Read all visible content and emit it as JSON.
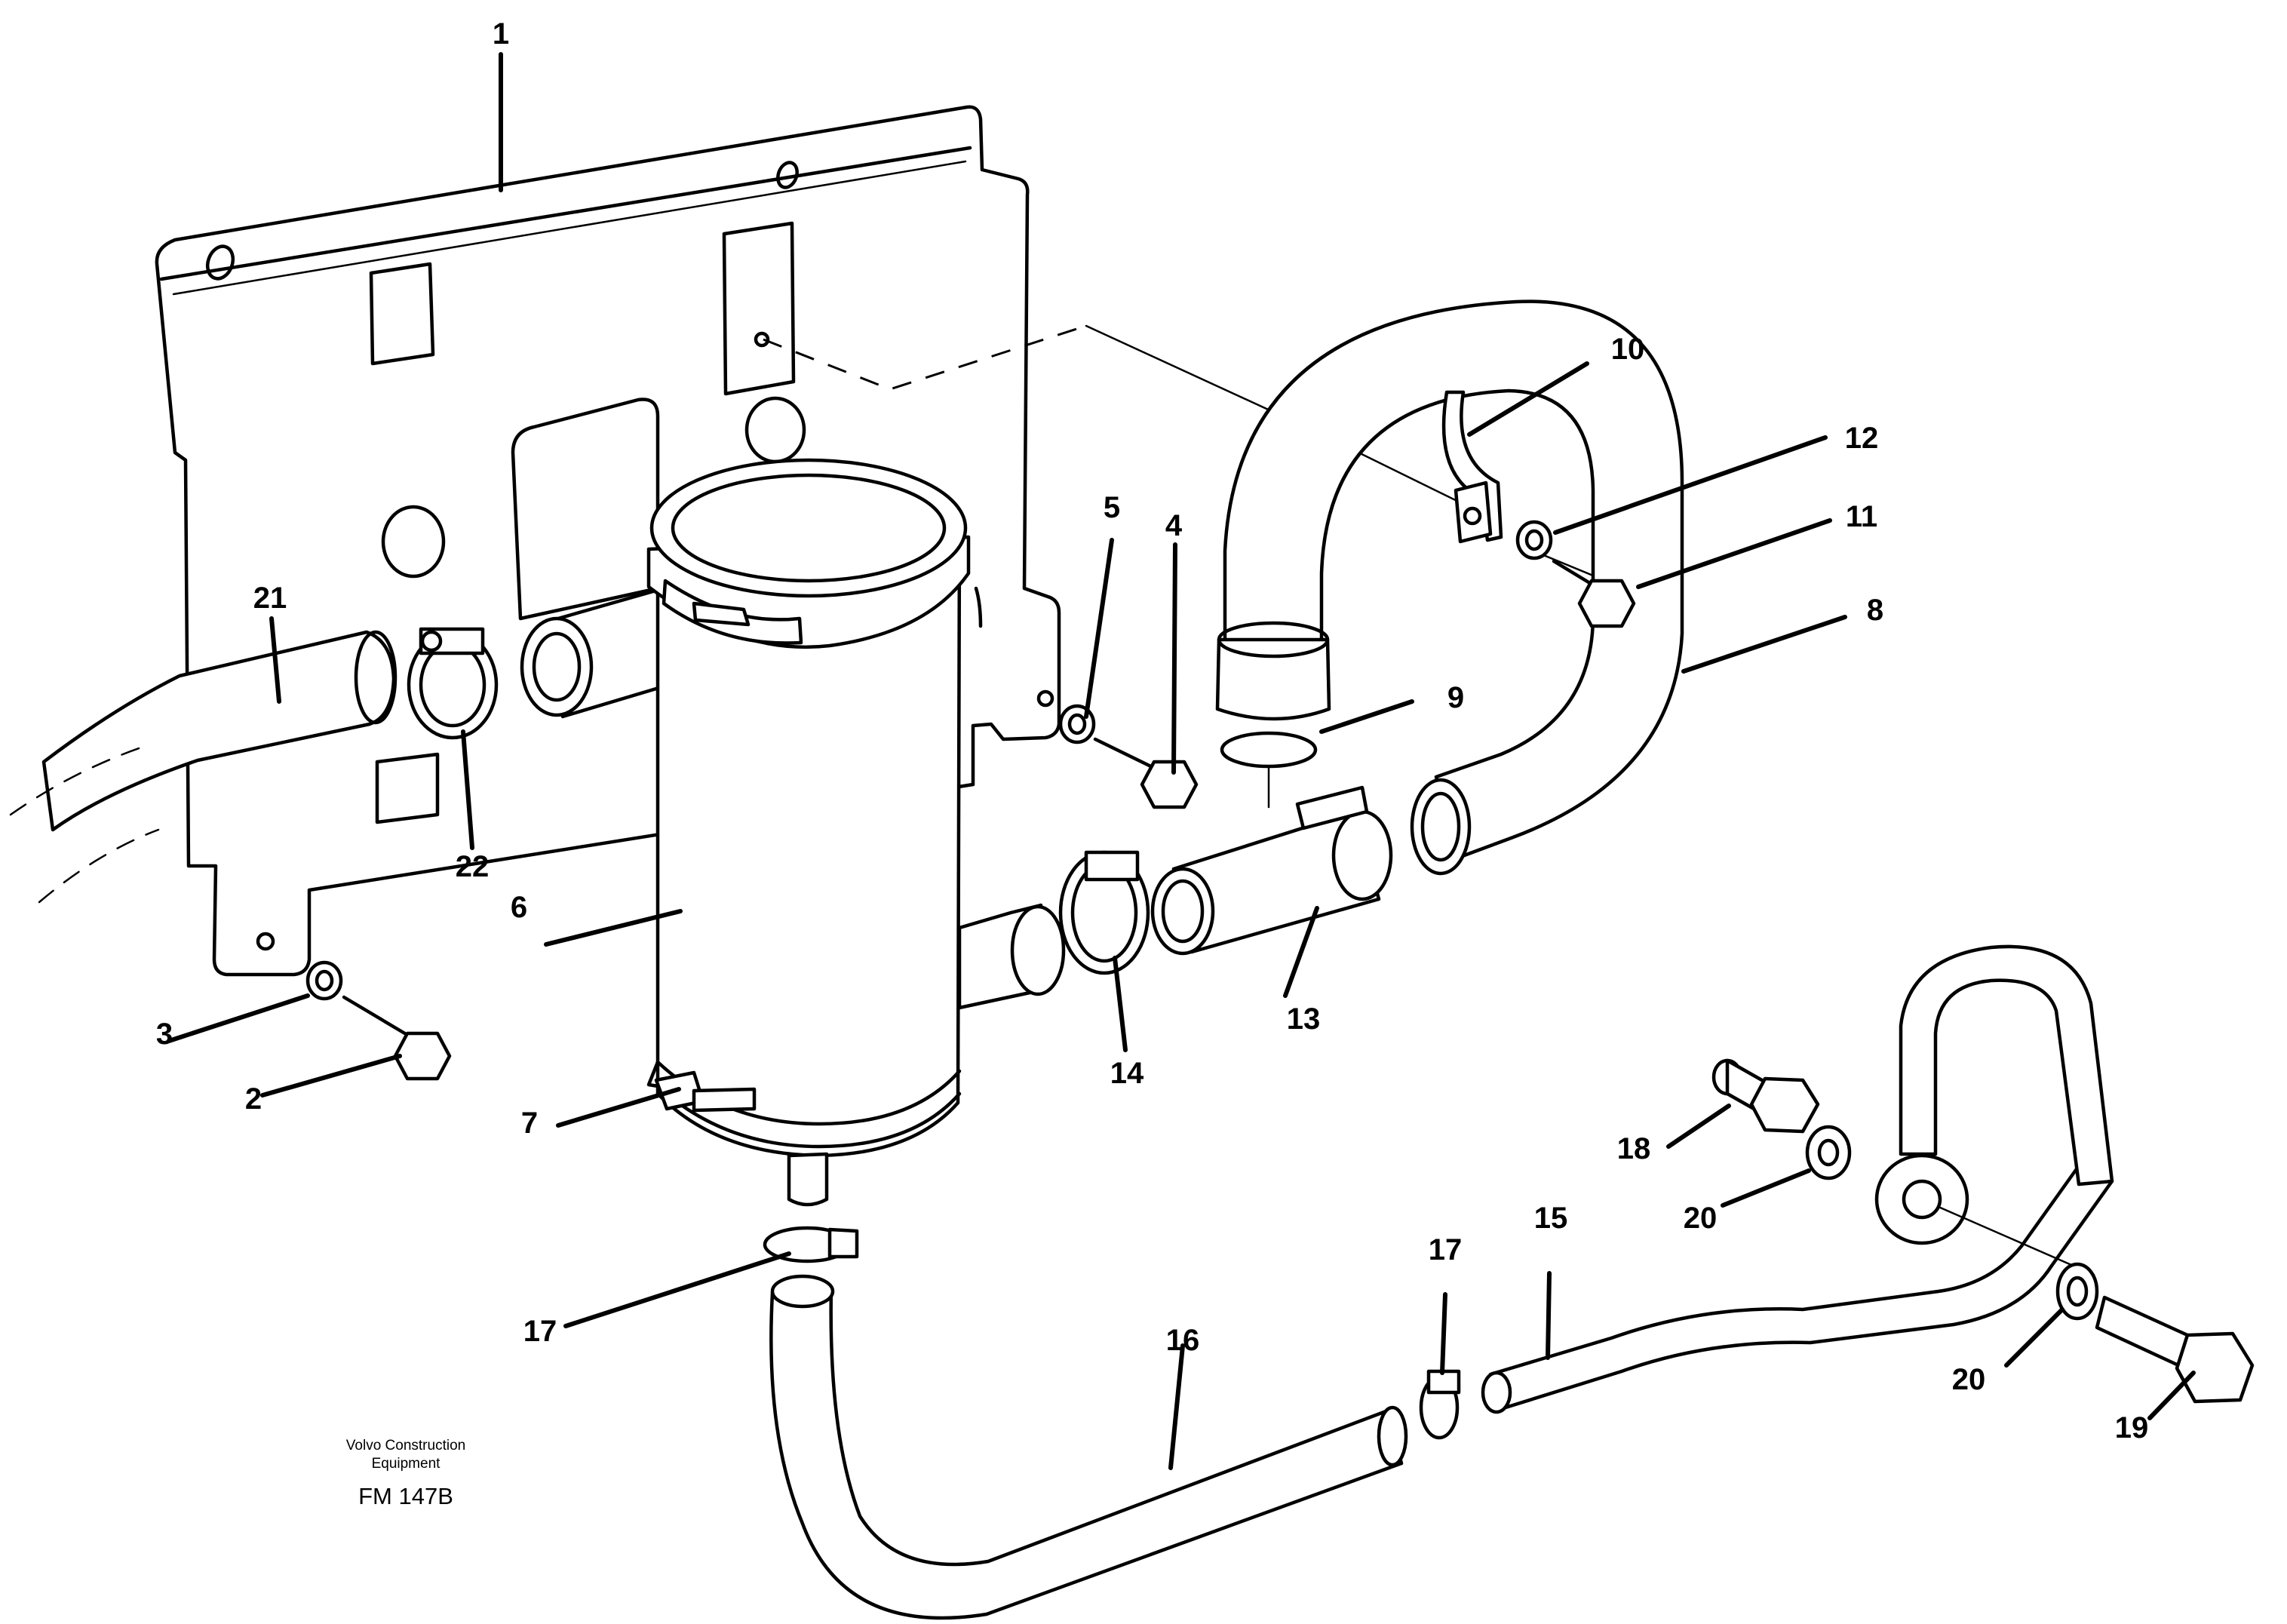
{
  "callouts": [
    {
      "id": "1",
      "label": "1"
    },
    {
      "id": "2",
      "label": "2"
    },
    {
      "id": "3",
      "label": "3"
    },
    {
      "id": "4",
      "label": "4"
    },
    {
      "id": "5",
      "label": "5"
    },
    {
      "id": "6",
      "label": "6"
    },
    {
      "id": "7",
      "label": "7"
    },
    {
      "id": "8",
      "label": "8"
    },
    {
      "id": "9",
      "label": "9"
    },
    {
      "id": "10",
      "label": "10"
    },
    {
      "id": "11",
      "label": "11"
    },
    {
      "id": "12",
      "label": "12"
    },
    {
      "id": "13",
      "label": "13"
    },
    {
      "id": "14",
      "label": "14"
    },
    {
      "id": "15",
      "label": "15"
    },
    {
      "id": "16",
      "label": "16"
    },
    {
      "id": "17a",
      "label": "17"
    },
    {
      "id": "17b",
      "label": "17"
    },
    {
      "id": "18",
      "label": "18"
    },
    {
      "id": "19",
      "label": "19"
    },
    {
      "id": "20a",
      "label": "20"
    },
    {
      "id": "20b",
      "label": "20"
    },
    {
      "id": "21",
      "label": "21"
    },
    {
      "id": "22",
      "label": "22"
    }
  ],
  "caption": {
    "line1": "Volvo Construction",
    "line2": "Equipment",
    "code": "FM 147B"
  }
}
